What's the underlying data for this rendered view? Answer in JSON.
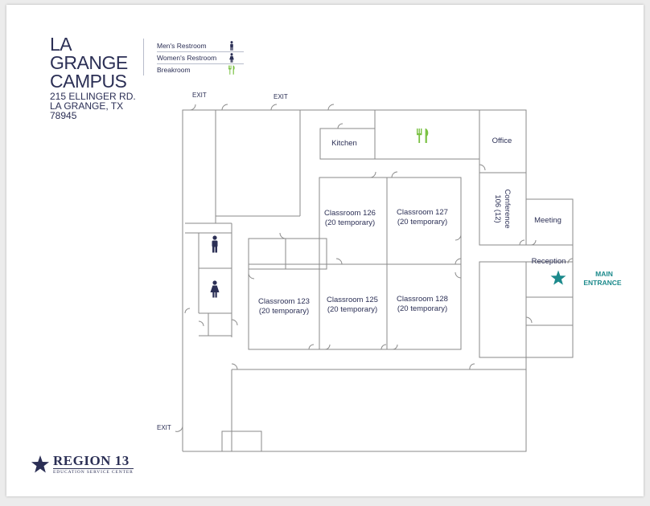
{
  "campus": {
    "title_lines": [
      "LA",
      "GRANGE",
      "CAMPUS"
    ],
    "address_lines": [
      "215 ELLINGER RD.",
      "LA GRANGE, TX",
      "78945"
    ]
  },
  "legend": {
    "items": [
      {
        "label": "Men's Restroom",
        "icon": "man-icon",
        "color": "#2b2f55"
      },
      {
        "label": "Women's Restroom",
        "icon": "woman-icon",
        "color": "#2b2f55"
      },
      {
        "label": "Breakroom",
        "icon": "utensils-icon",
        "color": "#7ac143"
      }
    ]
  },
  "map": {
    "exits": [
      "EXIT",
      "EXIT",
      "EXIT"
    ],
    "rooms": {
      "kitchen": "Kitchen",
      "office": "Office",
      "conference_line1": "Conference",
      "conference_line2": "106 (12)",
      "meeting": "Meeting",
      "reception": "Reception",
      "c126_name": "Classroom 126",
      "c126_cap": "(20 temporary)",
      "c127_name": "Classroom 127",
      "c127_cap": "(20 temporary)",
      "c123_name": "Classroom 123",
      "c123_cap": "(20 temporary)",
      "c125_name": "Classroom 125",
      "c125_cap": "(20 temporary)",
      "c128_name": "Classroom 128",
      "c128_cap": "(20 temporary)"
    },
    "main_entrance": {
      "line1": "MAIN",
      "line2": "ENTRANCE",
      "color": "#1c8a8c",
      "icon": "star-icon"
    },
    "colors": {
      "wall": "#8a8a8a",
      "text": "#2b2f55",
      "breakroom": "#7ac143",
      "entrance": "#1c8a8c"
    }
  },
  "logo": {
    "main": "REGION 13",
    "sub": "EDUCATION SERVICE CENTER",
    "icon": "star-icon"
  }
}
